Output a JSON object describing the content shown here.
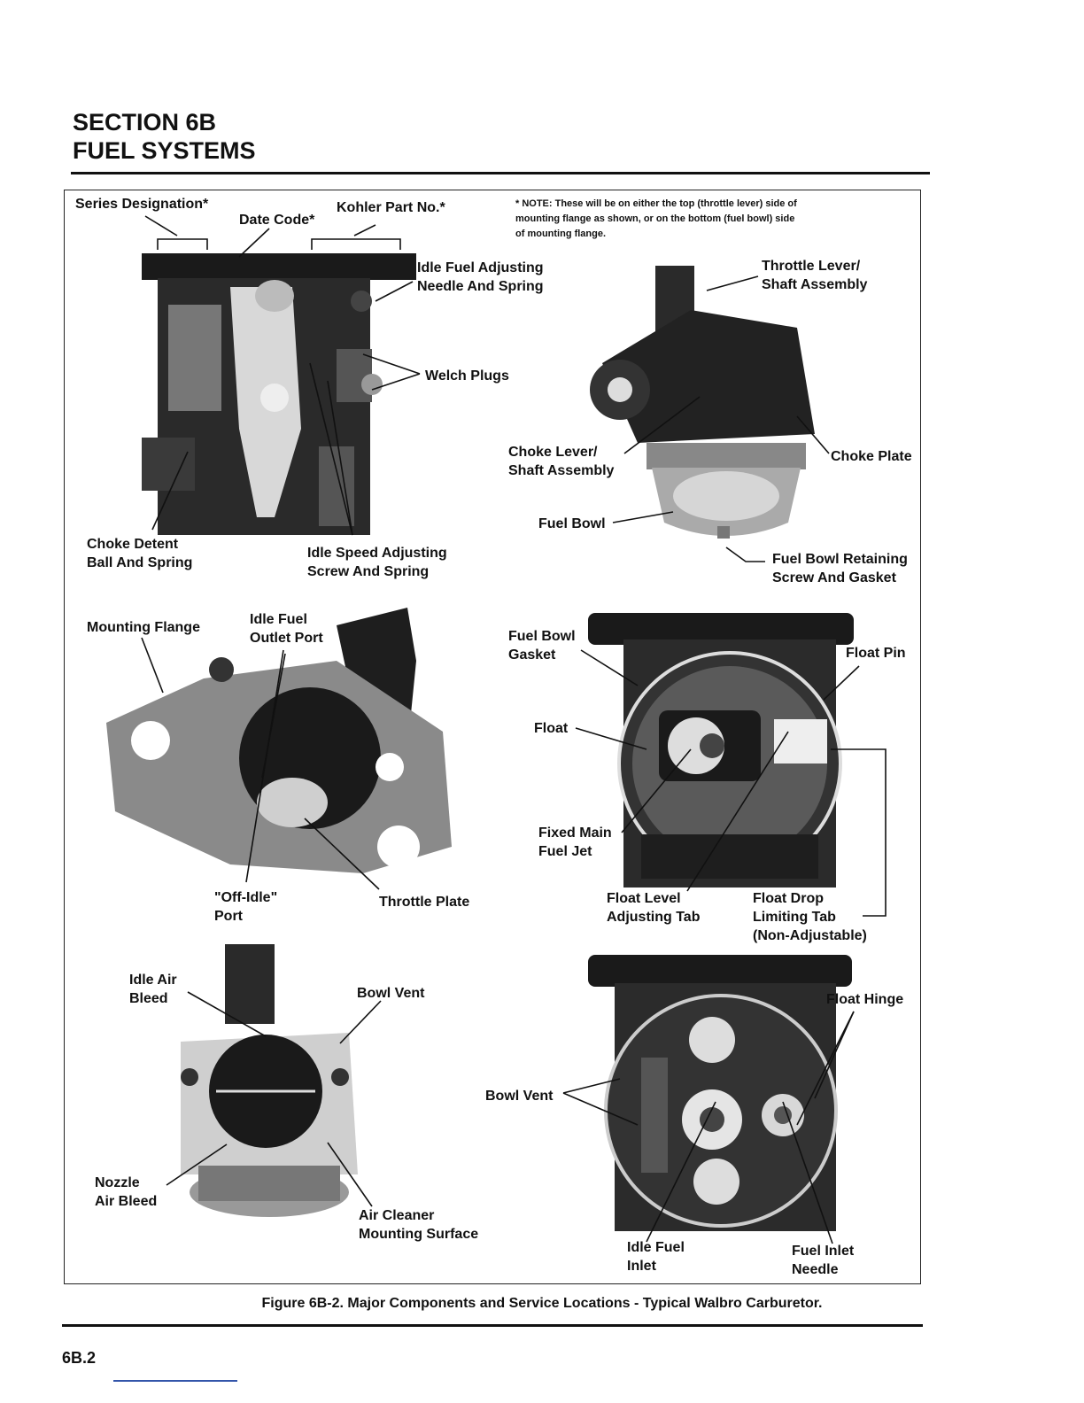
{
  "header": {
    "section": "SECTION 6B",
    "title": "FUEL SYSTEMS"
  },
  "note": "* NOTE: These will be on either the top (throttle lever) side of mounting flange as shown, or on the bottom (fuel bowl) side of mounting flange.",
  "labels": {
    "series_designation": "Series Designation*",
    "date_code": "Date Code*",
    "kohler_part_no": "Kohler Part No.*",
    "idle_fuel_adjusting": "Idle Fuel Adjusting\nNeedle And Spring",
    "welch_plugs": "Welch Plugs",
    "choke_detent": "Choke Detent\nBall And Spring",
    "idle_speed_adjusting": "Idle Speed Adjusting\nScrew And Spring",
    "throttle_lever": "Throttle Lever/\nShaft Assembly",
    "choke_lever": "Choke Lever/\nShaft Assembly",
    "choke_plate": "Choke Plate",
    "fuel_bowl": "Fuel Bowl",
    "fuel_bowl_retaining": "Fuel Bowl Retaining\nScrew And Gasket",
    "mounting_flange": "Mounting Flange",
    "idle_fuel_outlet": "Idle Fuel\nOutlet Port",
    "off_idle_port": "\"Off-Idle\"\nPort",
    "throttle_plate": "Throttle Plate",
    "fuel_bowl_gasket": "Fuel Bowl\nGasket",
    "float_pin": "Float Pin",
    "float": "Float",
    "fixed_main_fuel_jet": "Fixed Main\nFuel Jet",
    "float_level_tab": "Float Level\nAdjusting Tab",
    "float_drop_tab": "Float Drop\nLimiting Tab\n(Non-Adjustable)",
    "idle_air_bleed": "Idle Air\nBleed",
    "bowl_vent_top": "Bowl Vent",
    "nozzle_air_bleed": "Nozzle\nAir Bleed",
    "air_cleaner_surface": "Air Cleaner\nMounting Surface",
    "bowl_vent_mid": "Bowl Vent",
    "float_hinge": "Float Hinge",
    "idle_fuel_inlet": "Idle Fuel\nInlet",
    "fuel_inlet_needle": "Fuel Inlet\nNeedle"
  },
  "caption": "Figure 6B-2.  Major Components and Service Locations - Typical Walbro Carburetor.",
  "page_number": "6B.2"
}
